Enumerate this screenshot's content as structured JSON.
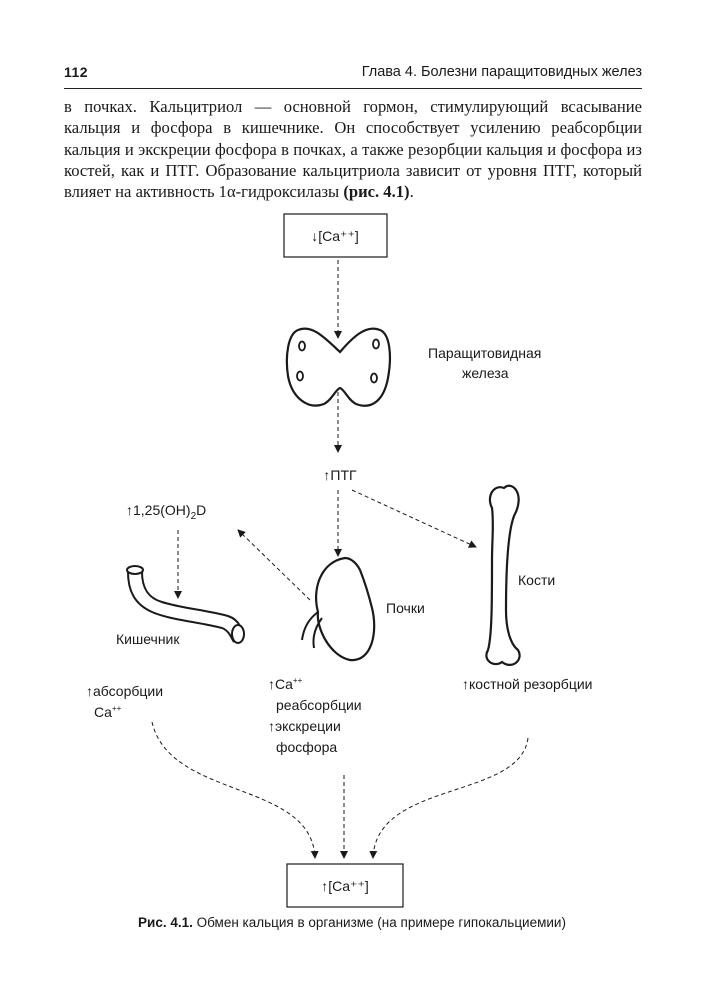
{
  "header": {
    "page_number": "112",
    "running_head": "Глава 4. Болезни паращитовидных желез"
  },
  "body": {
    "paragraph": "в почках. Кальцитриол — основной гормон, стимулирующий всасывание кальция и фосфора в кишечнике. Он способствует усилению реабсорбции кальция и экскреции фосфора в почках, а также резорбции кальция и фосфора из костей, как и ПТГ. Образование кальцитриола зависит от уровня ПТГ, который влияет на активность 1α-гидроксилазы ",
    "figure_ref": "(рис. 4.1)",
    "end": "."
  },
  "diagram": {
    "top_box": "↓[Ca⁺⁺]",
    "gland_label_1": "Паращитовидная",
    "gland_label_2": "железа",
    "pth": "↑ПТГ",
    "calcitriol_main": "↑1,25(OH)",
    "calcitriol_sub": "2",
    "calcitriol_end": "D",
    "intestine_label": "Кишечник",
    "kidney_label": "Почки",
    "bone_label": "Кости",
    "absorption_1": "↑абсорбции",
    "absorption_2_base": "Ca",
    "absorption_2_sup": "++",
    "kidney_effect_1_base": "↑Ca",
    "kidney_effect_1_sup": "++",
    "kidney_effect_2": "реабсорбции",
    "kidney_effect_3": "↑экскреции",
    "kidney_effect_4": "фосфора",
    "bone_effect": "↑костной резорбции",
    "bottom_box": "↑[Ca⁺⁺]"
  },
  "caption": {
    "label": "Рис. 4.1.",
    "text": " Обмен кальция в организме (на примере гипокальциемии)"
  }
}
